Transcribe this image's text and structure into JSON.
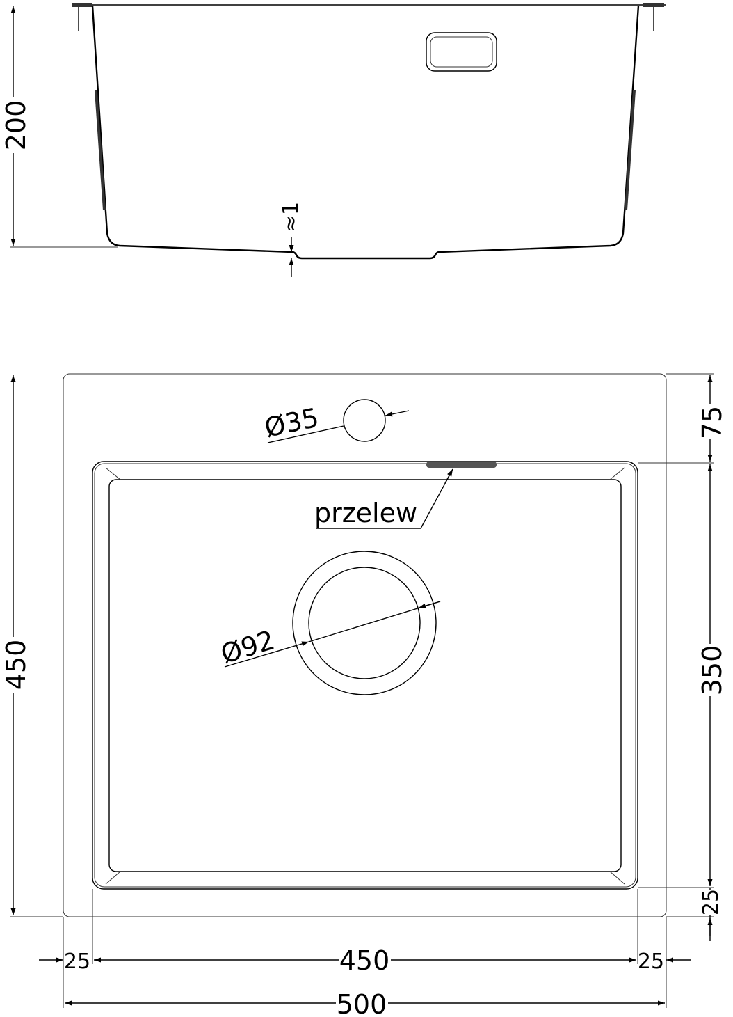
{
  "drawing": {
    "side_view": {
      "height_dim": "200",
      "approx_dim": "≈1"
    },
    "top_view": {
      "tap_hole_dim": "Ø35",
      "drain_dim": "Ø92",
      "overflow_label": "przelew",
      "left_height_dim": "450",
      "right_top_dim": "75",
      "right_bowl_dim": "350",
      "right_bottom_dim": "25",
      "bottom_left_margin_dim": "25",
      "bottom_bowl_width_dim": "450",
      "bottom_right_margin_dim": "25",
      "overall_width_dim": "500"
    }
  }
}
